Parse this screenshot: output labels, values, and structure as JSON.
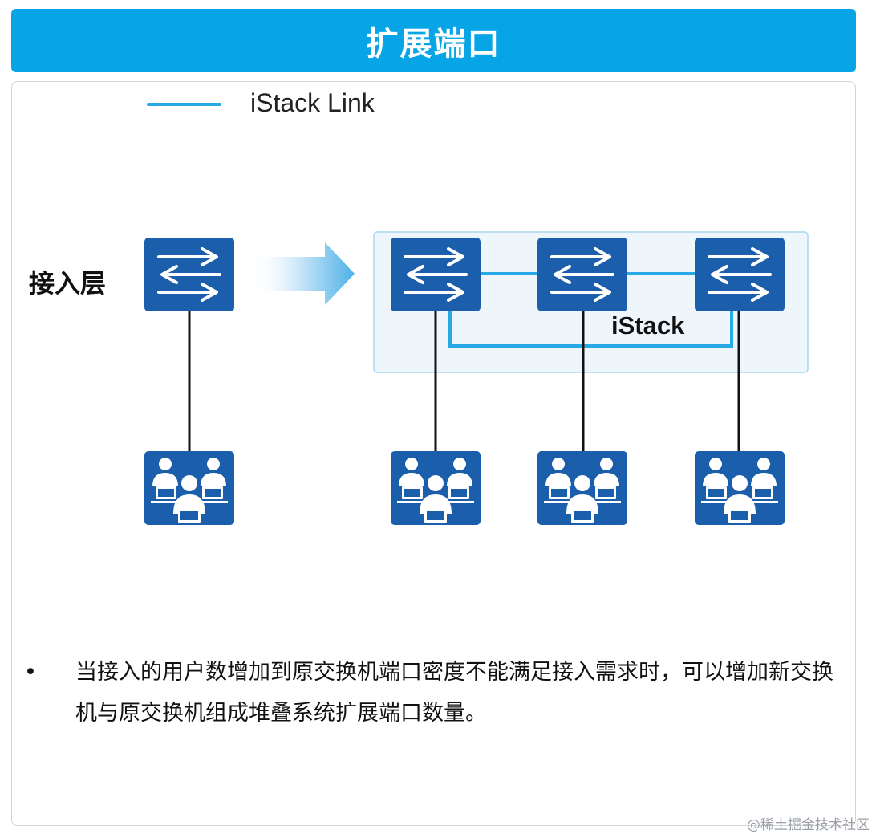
{
  "header": {
    "title": "扩展端口"
  },
  "legend": {
    "label": "iStack Link",
    "color": "#28a9e6"
  },
  "diagram": {
    "layer_label": "接入层",
    "stack_label": "iStack",
    "icons": {
      "switch": "switch-icon",
      "users": "user-group-icon",
      "arrow": "right-arrow-icon"
    },
    "colors": {
      "device": "#1b5eab",
      "stack_box": "#eef6fc",
      "link": "#111111"
    }
  },
  "description": {
    "bullet": "•",
    "text": "当接入的用户数增加到原交换机端口密度不能满足接入需求时，可以增加新交换机与原交换机组成堆叠系统扩展端口数量。"
  },
  "watermark": "@稀土掘金技术社区"
}
